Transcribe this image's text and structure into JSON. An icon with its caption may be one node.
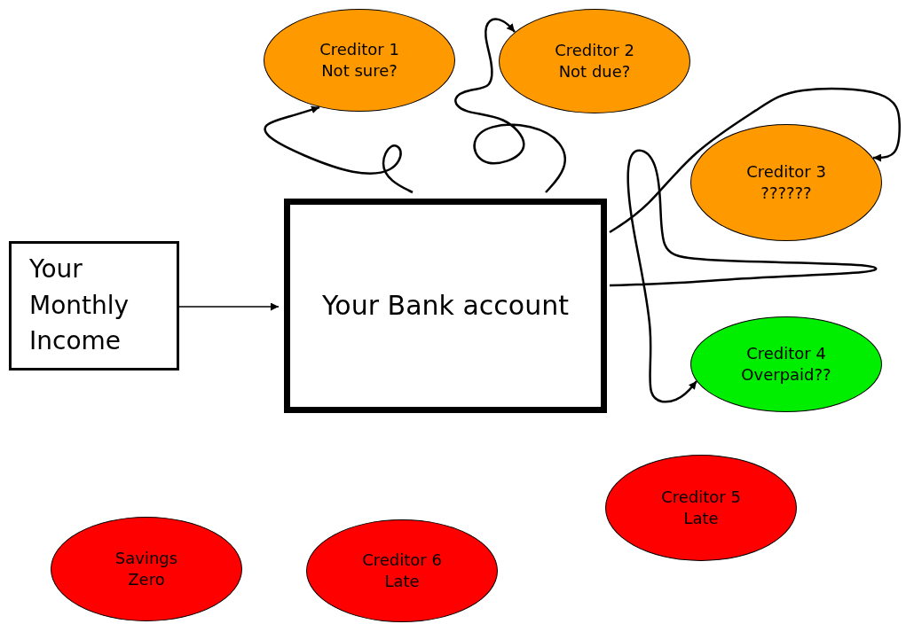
{
  "diagram": {
    "nodes": [
      {
        "text": [
          "Your Monthly Income"
        ]
      },
      {
        "text": [
          "Your Bank account"
        ]
      },
      {
        "text": [
          "Creditor 1",
          "Not sure?"
        ]
      },
      {
        "text": [
          "Creditor 2",
          "Not due?"
        ]
      },
      {
        "text": [
          "Creditor 3",
          "??????"
        ]
      },
      {
        "text": [
          "Creditor 4",
          "Overpaid??"
        ]
      },
      {
        "text": [
          "Creditor 5",
          "Late"
        ]
      },
      {
        "text": [
          "Savings",
          "Zero"
        ]
      },
      {
        "text": [
          "Creditor 6",
          "Late"
        ]
      }
    ],
    "edges": [
      {
        "from": 0,
        "to": 1,
        "arrow": "to"
      },
      {
        "from": 1,
        "to": 2,
        "arrow": "to"
      },
      {
        "from": 1,
        "to": 3,
        "arrow": "to"
      },
      {
        "from": 1,
        "to": 4,
        "arrow": "to"
      },
      {
        "from": 1,
        "to": 5,
        "arrow": "to"
      }
    ]
  }
}
